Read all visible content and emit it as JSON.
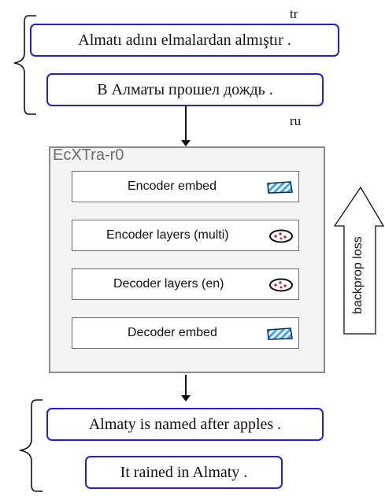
{
  "source": {
    "lang_top": "tr",
    "sentence_top": "Almatı adını elmalardan almıştır .",
    "sentence_bottom": "В Алматы прошел дождь .",
    "lang_bottom": "ru"
  },
  "model": {
    "name": "EcXTra-r0",
    "modules": [
      {
        "label": "Encoder embed",
        "icon": "hatched-embedding-icon"
      },
      {
        "label": "Encoder layers (multi)",
        "icon": "dotted-ellipse-icon"
      },
      {
        "label": "Decoder layers (en)",
        "icon": "dotted-ellipse-icon"
      },
      {
        "label": "Decoder embed",
        "icon": "hatched-embedding-icon"
      }
    ]
  },
  "backprop": {
    "label": "backprop loss"
  },
  "target": {
    "sentence_top": "Almaty is named after apples .",
    "sentence_bottom": "It rained in Almaty ."
  },
  "colors": {
    "box_border": "#1f23c8",
    "panel_fill": "#f3f3f3",
    "panel_border": "#8a8a8a",
    "title": "#6e6e6e",
    "hatch_blue": "#3aa6e8",
    "dot_red": "#c8102e"
  }
}
